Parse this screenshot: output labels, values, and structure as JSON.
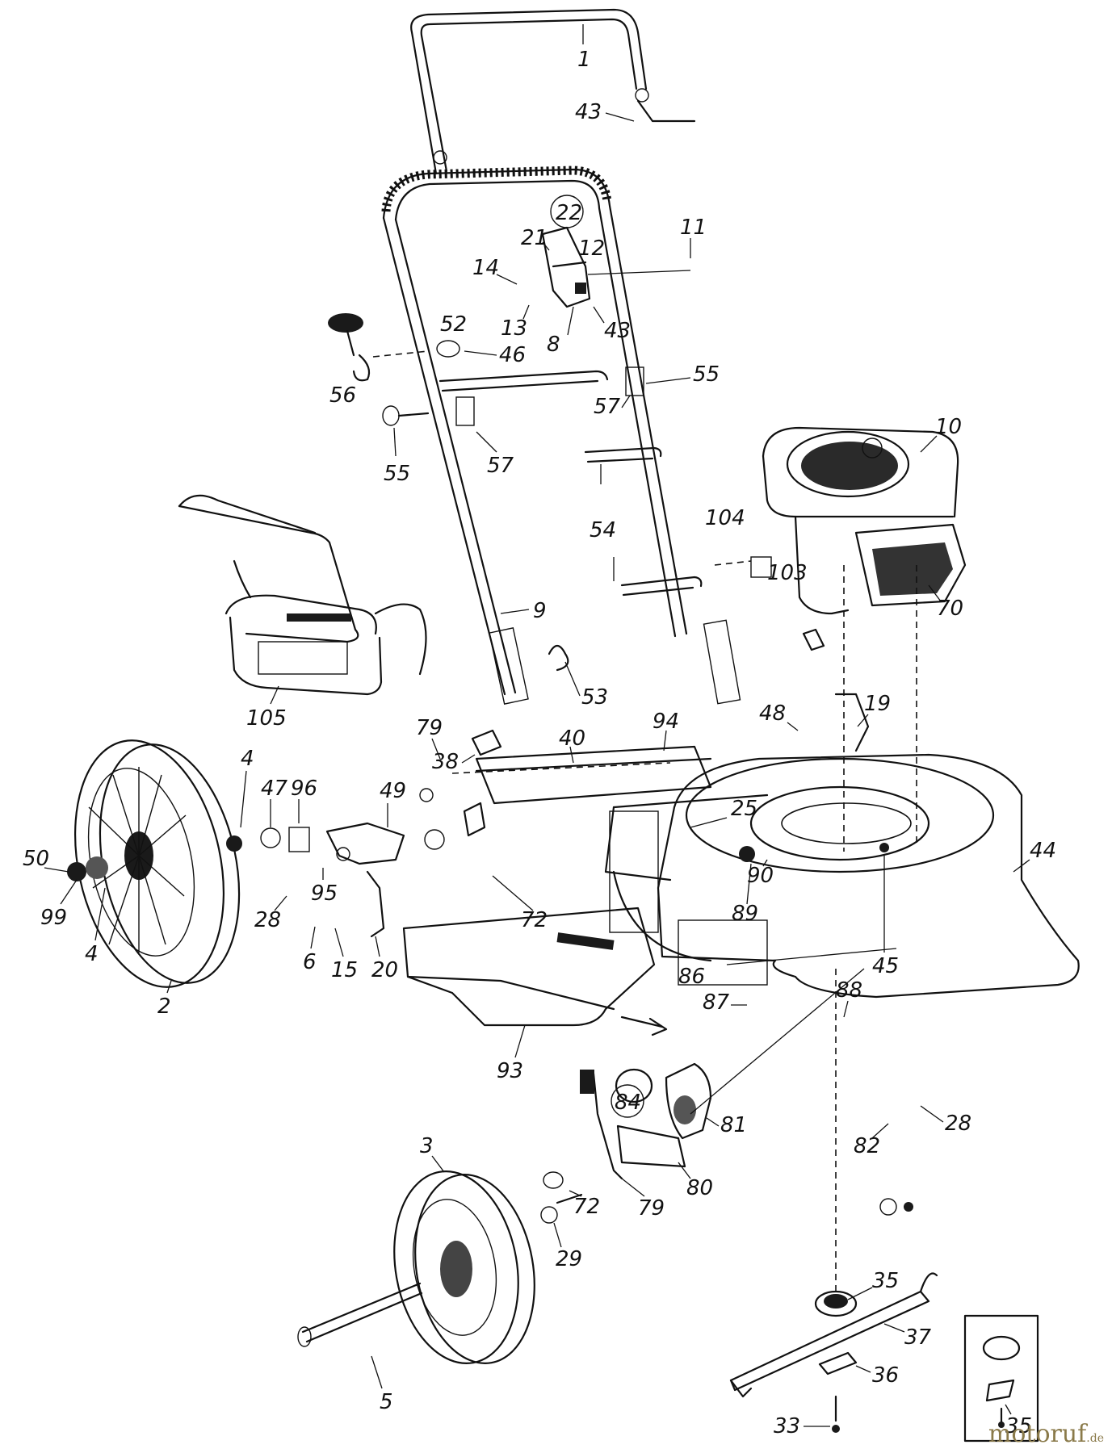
{
  "diagram": {
    "part_numbers": [
      "1",
      "43",
      "22",
      "21",
      "12",
      "11",
      "14",
      "13",
      "8",
      "43",
      "52",
      "46",
      "56",
      "55",
      "57",
      "57",
      "55",
      "10",
      "54",
      "104",
      "103",
      "70",
      "9",
      "105",
      "53",
      "48",
      "19",
      "79",
      "38",
      "40",
      "94",
      "4",
      "47",
      "96",
      "49",
      "25",
      "44",
      "50",
      "28",
      "95",
      "72",
      "99",
      "4",
      "6",
      "15",
      "20",
      "89",
      "90",
      "45",
      "86",
      "88",
      "87",
      "2",
      "93",
      "84",
      "81",
      "82",
      "28",
      "3",
      "72",
      "79",
      "80",
      "29",
      "35",
      "37",
      "5",
      "36",
      "33",
      "35"
    ]
  },
  "watermark": {
    "text": "motoruf",
    "tld": ".de"
  }
}
